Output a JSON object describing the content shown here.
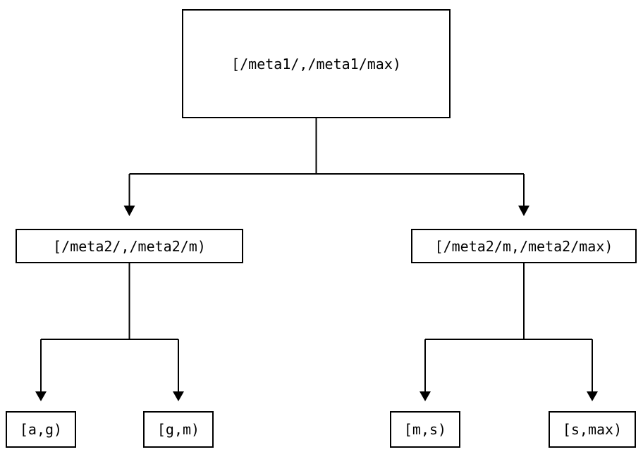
{
  "diagram": {
    "nodes": {
      "root": {
        "label": "[/meta1/,/meta1/max)"
      },
      "left_child": {
        "label": "[/meta2/,/meta2/m)"
      },
      "right_child": {
        "label": "[/meta2/m,/meta2/max)"
      },
      "leaf_1": {
        "label": "[a,g)"
      },
      "leaf_2": {
        "label": "[g,m)"
      },
      "leaf_3": {
        "label": "[m,s)"
      },
      "leaf_4": {
        "label": "[s,max)"
      }
    },
    "edges": [
      {
        "from": "root",
        "to": "left_child"
      },
      {
        "from": "root",
        "to": "right_child"
      },
      {
        "from": "left_child",
        "to": "leaf_1"
      },
      {
        "from": "left_child",
        "to": "leaf_2"
      },
      {
        "from": "right_child",
        "to": "leaf_3"
      },
      {
        "from": "right_child",
        "to": "leaf_4"
      }
    ],
    "colors": {
      "line": "#000000",
      "node_border": "#000000",
      "node_fill": "#ffffff",
      "text": "#000000",
      "background": "#ffffff"
    }
  }
}
